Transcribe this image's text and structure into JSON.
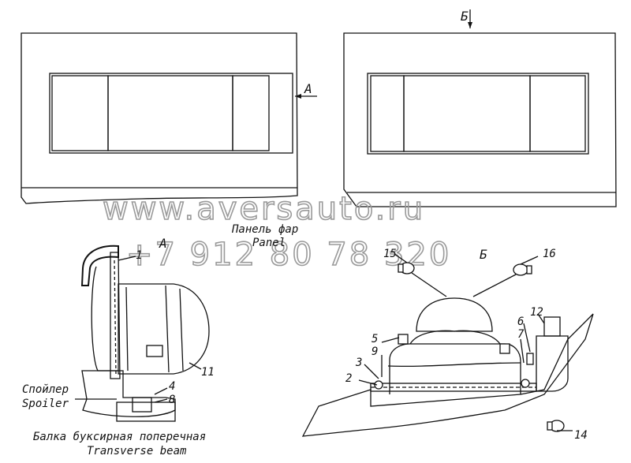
{
  "labels": {
    "view_b_top": "Б",
    "view_a_arrow": "A",
    "view_a_title": "A",
    "view_b_title": "Б",
    "panel_ru": "Панель фар",
    "panel_en": "Panel",
    "spoiler_ru": "Спойлер",
    "spoiler_en": "Spoiler",
    "beam_ru": "Балка буксирная поперечная",
    "beam_en": "Transverse beam"
  },
  "watermark": {
    "site": "www.aversauto.ru",
    "phone": "+7 912 80 78 320"
  },
  "callouts": {
    "n1": "1",
    "n2": "2",
    "n3": "3",
    "n4": "4",
    "n5": "5",
    "n6": "6",
    "n7": "7",
    "n8": "8",
    "n9": "9",
    "n11": "11",
    "n12": "12",
    "n14": "14",
    "n15": "15",
    "n16": "16"
  }
}
